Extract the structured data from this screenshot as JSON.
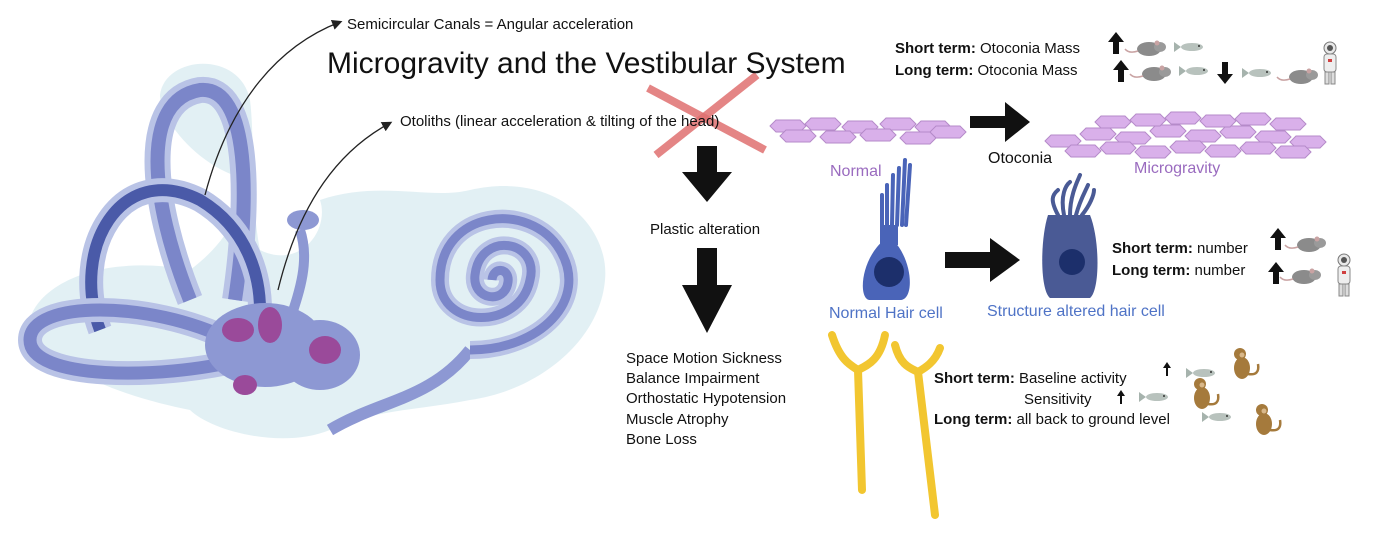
{
  "title": "Microgravity and the Vestibular System",
  "labels": {
    "semicircular": "Semicircular Canals = Angular acceleration",
    "otoliths": "Otoliths (linear acceleration & tilting of the head)",
    "plastic": "Plastic alteration",
    "normal": "Normal",
    "otoconia": "Otoconia",
    "microgravity": "Microgravity",
    "normal_hair_cell": "Normal Hair cell",
    "altered_hair_cell": "Structure altered hair cell"
  },
  "effects": [
    "Space Motion Sickness",
    "Balance Impairment",
    "Orthostatic Hypotension",
    "Muscle Atrophy",
    "Bone Loss"
  ],
  "otoconia_mass": {
    "short_label": "Short term:",
    "short_text": "Otoconia Mass",
    "long_label": "Long term:",
    "long_text": "Otoconia Mass"
  },
  "hair_cell_number": {
    "short_label": "Short term:",
    "short_text": "number",
    "long_label": "Long term:",
    "long_text": "number"
  },
  "afferent": {
    "short_label": "Short term:",
    "short_text": "Baseline activity",
    "sensitivity": "Sensitivity",
    "long_label": "Long term:",
    "long_text": "all back to ground level"
  },
  "colors": {
    "inner_ear": "#7b86c9",
    "inner_ear_dark": "#4a5aa8",
    "membrane": "#cfe4ec",
    "otoconia": "#d6a6e6",
    "hair_cell": "#4a64b8",
    "nerve": "#f2c630",
    "cross": "#e06a6a",
    "rat": "#8a8a8a",
    "monkey": "#a57a3c"
  },
  "icons": [
    "up-arrow-icon",
    "down-arrow-icon",
    "rat-icon",
    "fish-icon",
    "astronaut-icon",
    "monkey-icon"
  ]
}
